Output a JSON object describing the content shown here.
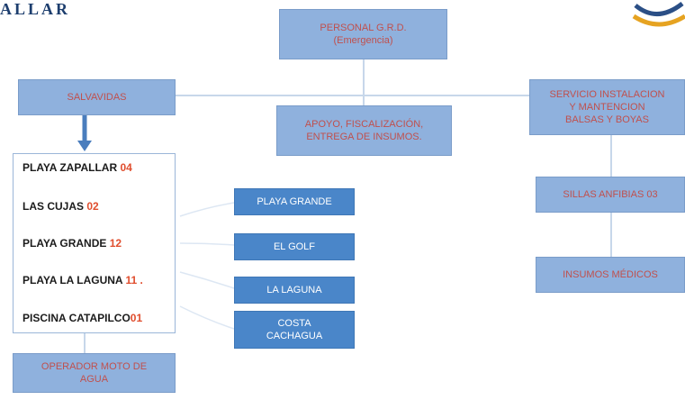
{
  "header": {
    "logo_text": "ALLAR"
  },
  "top_box": {
    "line1": "PERSONAL G.R.D.",
    "line2": "(Emergencia)"
  },
  "left_box": {
    "label": "SALVAVIDAS"
  },
  "mid_box": {
    "line1": "APOYO, FISCALIZACIÓN,",
    "line2": "ENTREGA DE INSUMOS."
  },
  "right_box": {
    "line1": "SERVICIO INSTALACION",
    "line2": "Y MANTENCION",
    "line3": "BALSAS Y BOYAS"
  },
  "beaches": [
    {
      "name": "PLAYA ZAPALLAR",
      "count": "04"
    },
    {
      "name": "LAS CUJAS",
      "count": "02"
    },
    {
      "name": "PLAYA GRANDE",
      "count": "12"
    },
    {
      "name": "PLAYA LA LAGUNA",
      "count": "11 ."
    },
    {
      "name": "PISCINA CATAPILCO",
      "count": "01"
    }
  ],
  "operator_box": {
    "line1": "OPERADOR MOTO DE",
    "line2": "AGUA"
  },
  "center_boxes": [
    {
      "label": "PLAYA GRANDE"
    },
    {
      "label": "EL GOLF"
    },
    {
      "label": "LA LAGUNA"
    },
    {
      "line1": "COSTA",
      "line2": "CACHAGUA"
    }
  ],
  "right_boxes": [
    {
      "label": "SILLAS ANFIBIAS 03"
    },
    {
      "label": "INSUMOS MÉDICOS"
    }
  ],
  "colors": {
    "light_box": "#8fb1dd",
    "dark_box": "#4a86c9",
    "red_text": "#c0504d",
    "arrow": "#4a7dbd"
  }
}
